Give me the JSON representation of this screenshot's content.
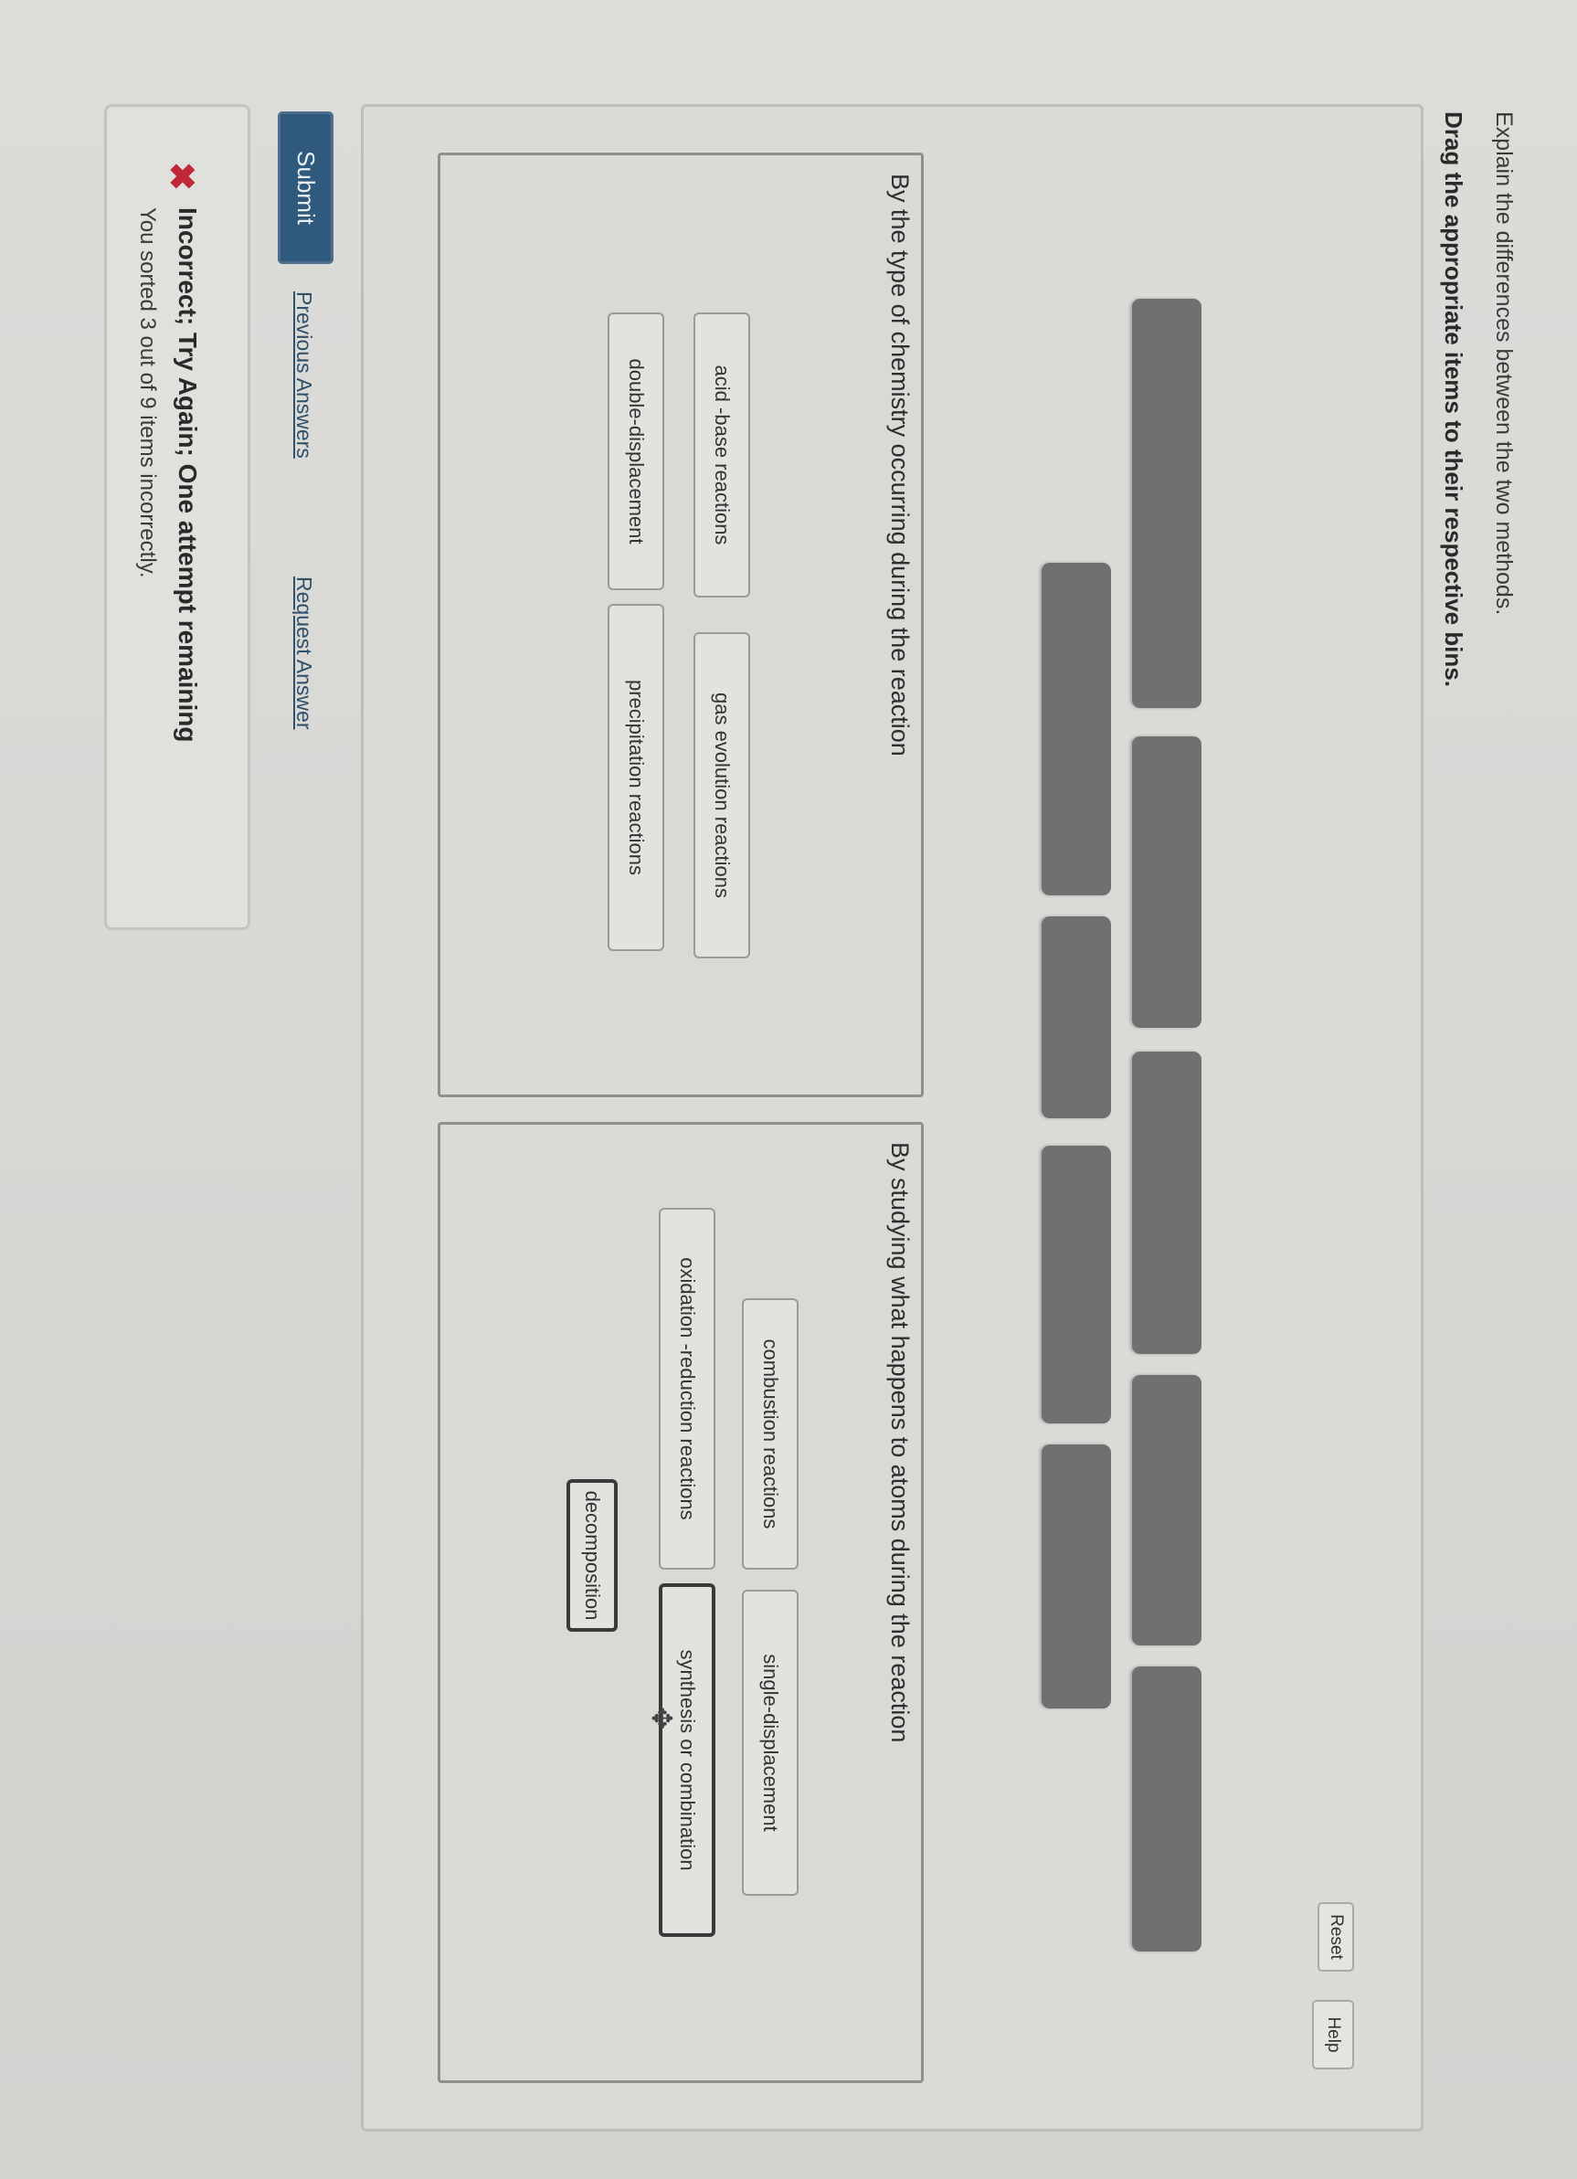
{
  "question": {
    "prompt": "Explain the differences between the two methods.",
    "instruction": "Drag the appropriate items to their respective bins."
  },
  "toolbar": {
    "reset_label": "Reset",
    "help_label": "Help"
  },
  "bins": [
    {
      "title": "By the type of chemistry occurring during the reaction",
      "items": [
        "acid -base reactions",
        "gas evolution reactions",
        "double-displacement",
        "precipitation reactions"
      ]
    },
    {
      "title": "By studying what happens to atoms during the reaction",
      "items": [
        "combustion reactions",
        "single-displacement",
        "oxidation -reduction reactions",
        "synthesis or combination",
        "decomposition"
      ]
    }
  ],
  "actions": {
    "submit_label": "Submit",
    "previous_answers_label": "Previous Answers",
    "request_answer_label": "Request Answer"
  },
  "feedback": {
    "status": "Incorrect; Try Again; One attempt remaining",
    "detail": "You sorted 3 out of 9 items incorrectly.",
    "icon": "x-icon",
    "color": "#c0283a"
  },
  "colors": {
    "submit": "#2f5a7d",
    "placeholder_tile": "#707070"
  }
}
